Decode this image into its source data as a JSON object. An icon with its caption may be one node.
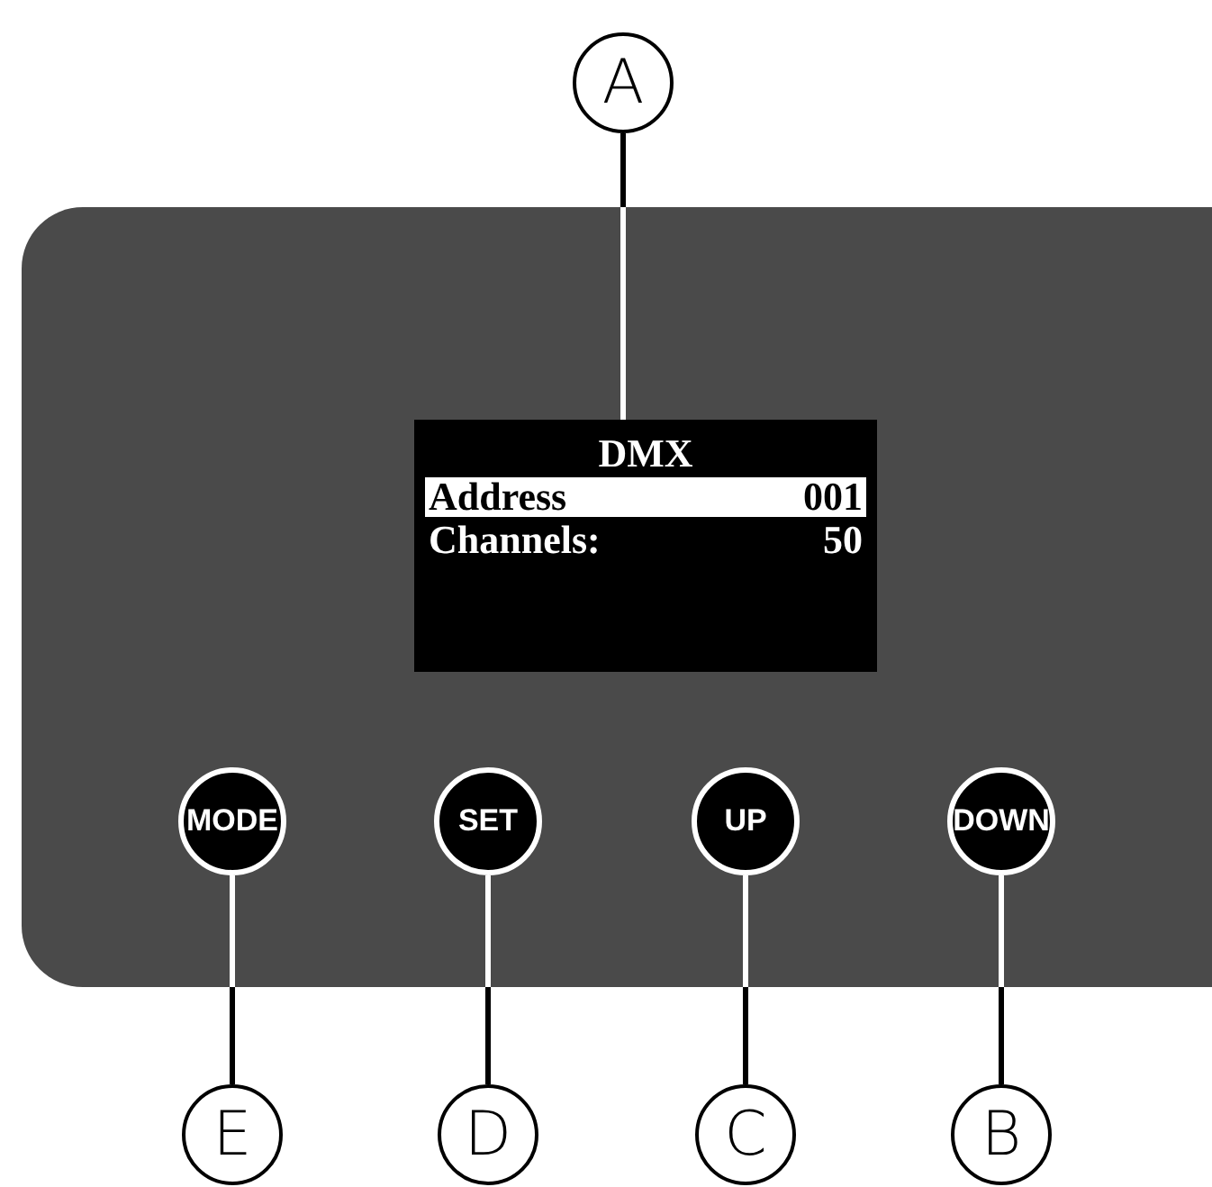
{
  "diagram": {
    "nodes": [
      {
        "text": [
          "A"
        ]
      },
      {
        "text": [],
        "shape": "box"
      },
      {
        "text": [
          "DMX",
          "Address",
          "001",
          "Channels:",
          "50"
        ],
        "in": 1
      },
      {
        "text": [
          "MODE"
        ],
        "in": 1
      },
      {
        "text": [
          "SET"
        ],
        "in": 1
      },
      {
        "text": [
          "UP"
        ],
        "in": 1
      },
      {
        "text": [
          "DOWN"
        ],
        "in": 1
      },
      {
        "text": [
          "E"
        ]
      },
      {
        "text": [
          "D"
        ]
      },
      {
        "text": [
          "C"
        ]
      },
      {
        "text": [
          "B"
        ]
      }
    ],
    "edges": [
      {
        "from": 0,
        "to": 2,
        "arrow": "none"
      },
      {
        "from": 10,
        "to": 6,
        "arrow": "none"
      },
      {
        "from": 9,
        "to": 5,
        "arrow": "none"
      },
      {
        "from": 8,
        "to": 4,
        "arrow": "none"
      },
      {
        "from": 7,
        "to": 3,
        "arrow": "none"
      }
    ]
  }
}
